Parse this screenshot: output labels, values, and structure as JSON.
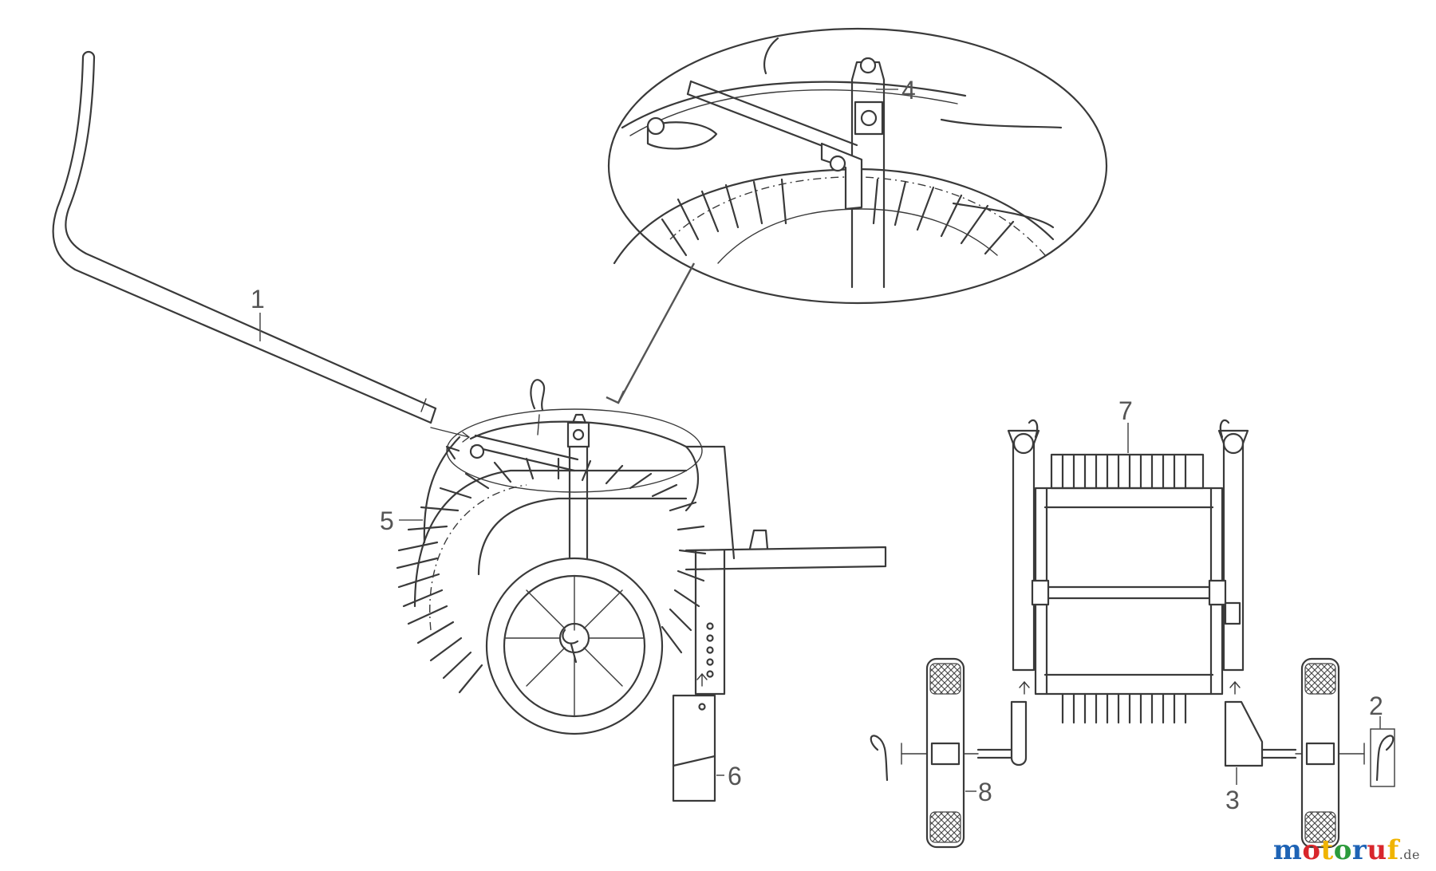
{
  "diagram": {
    "callouts": [
      {
        "id": "1",
        "label": "1"
      },
      {
        "id": "2",
        "label": "2"
      },
      {
        "id": "3",
        "label": "3"
      },
      {
        "id": "4",
        "label": "4"
      },
      {
        "id": "5",
        "label": "5"
      },
      {
        "id": "6",
        "label": "6"
      },
      {
        "id": "7",
        "label": "7"
      },
      {
        "id": "8",
        "label": "8"
      }
    ]
  },
  "watermark": {
    "letters": [
      "m",
      "o",
      "t",
      "o",
      "r",
      "u",
      "f"
    ],
    "letter_colors": [
      "#1e63b5",
      "#d8262c",
      "#f0b400",
      "#2c9b3c",
      "#1e63b5",
      "#d8262c",
      "#f0b400"
    ],
    "tld": ".de"
  }
}
